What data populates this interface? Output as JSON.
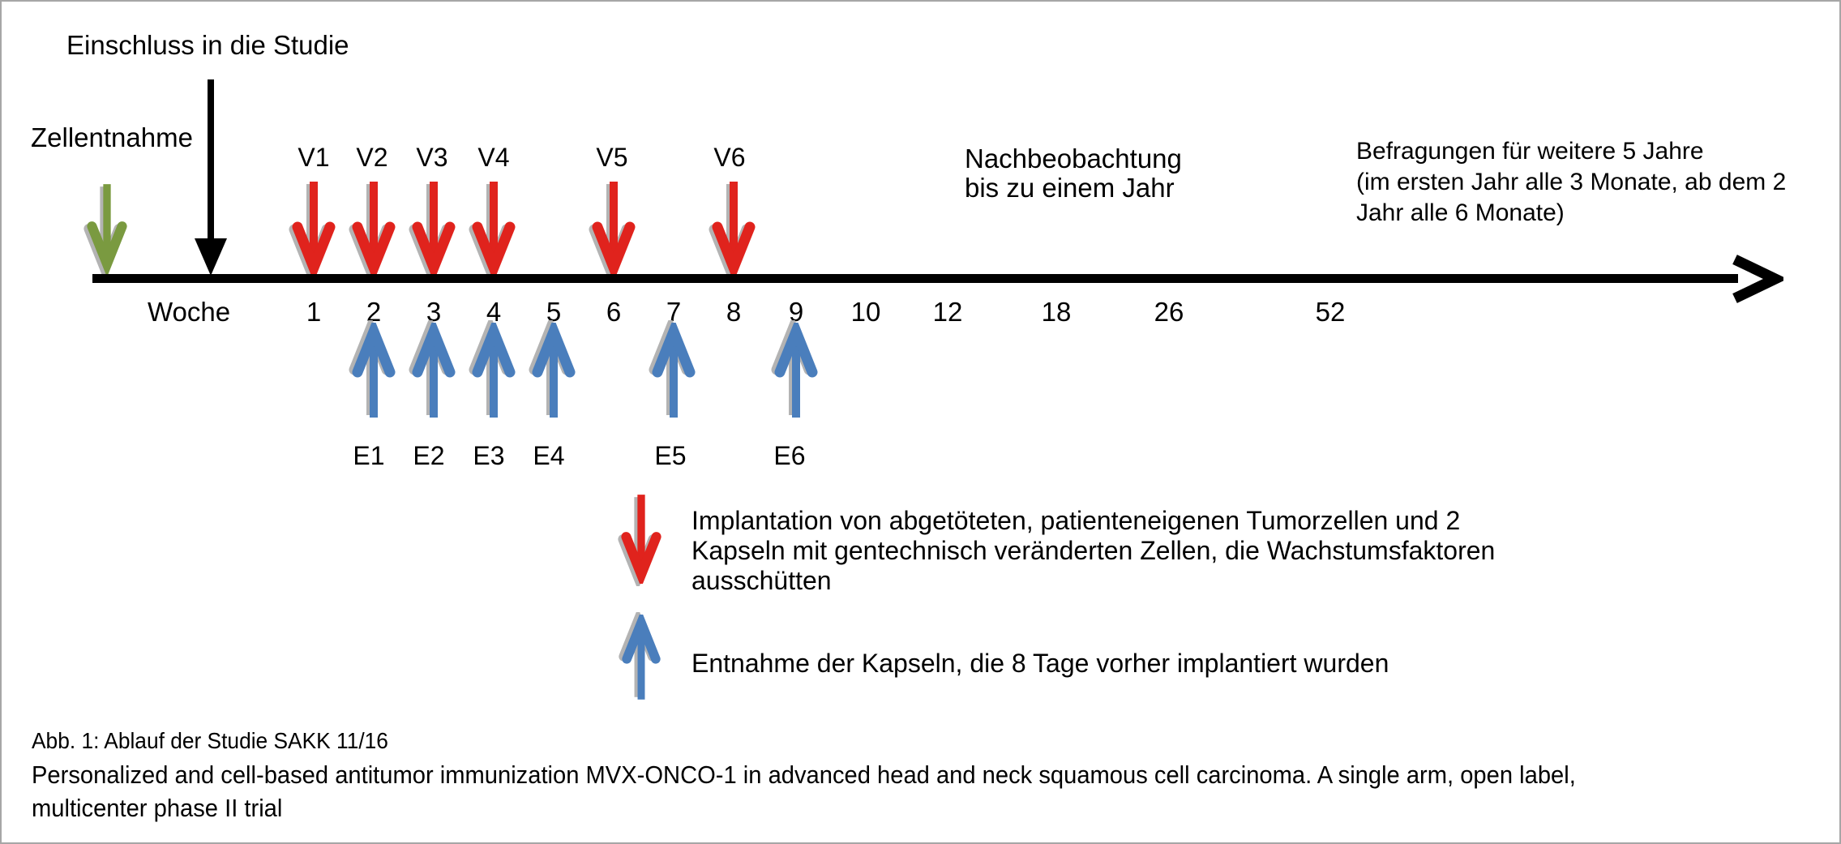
{
  "colors": {
    "red_arrow": "#e0231d",
    "blue_arrow": "#4a7ebc",
    "green_arrow": "#7a9a40",
    "black": "#000000",
    "shadow": "#b3b3b3",
    "border": "#a6a6a6",
    "background": "#ffffff"
  },
  "top": {
    "enrollment_label": "Einschluss in die Studie",
    "cell_sampling_label": "Zellentnahme",
    "followup_line1": "Nachbeobachtung",
    "followup_line2": "bis zu einem Jahr",
    "survey_line1": "Befragungen für weitere 5 Jahre",
    "survey_line2": "(im ersten Jahr alle 3 Monate, ab dem 2",
    "survey_line3": "Jahr alle 6 Monate)"
  },
  "timeline": {
    "axis_label": "Woche",
    "weeks": [
      "1",
      "2",
      "3",
      "4",
      "5",
      "6",
      "7",
      "8",
      "9",
      "10",
      "12",
      "18",
      "26",
      "52"
    ],
    "v_labels": [
      "V1",
      "V2",
      "V3",
      "V4",
      "V5",
      "V6"
    ],
    "v_weeks_aligned": [
      "1",
      "2",
      "3",
      "4",
      "6",
      "8"
    ],
    "e_labels": [
      "E1",
      "E2",
      "E3",
      "E4",
      "E5",
      "E6"
    ],
    "e_weeks_aligned": [
      "2",
      "3",
      "4",
      "5",
      "7",
      "9"
    ]
  },
  "legend": {
    "implant_lines": [
      "Implantation von abgetöteten, patienteneigenen Tumorzellen und 2",
      "Kapseln mit gentechnisch veränderten Zellen, die Wachstumsfaktoren",
      "ausschütten"
    ],
    "removal_line": "Entnahme der Kapseln, die 8 Tage vorher implantiert wurden"
  },
  "caption": {
    "line1": "Abb. 1: Ablauf der Studie SAKK 11/16",
    "line2": "Personalized and cell-based antitumor immunization MVX-ONCO-1 in advanced head and neck squamous cell carcinoma. A single arm, open label,",
    "line3": "multicenter phase II trial"
  }
}
